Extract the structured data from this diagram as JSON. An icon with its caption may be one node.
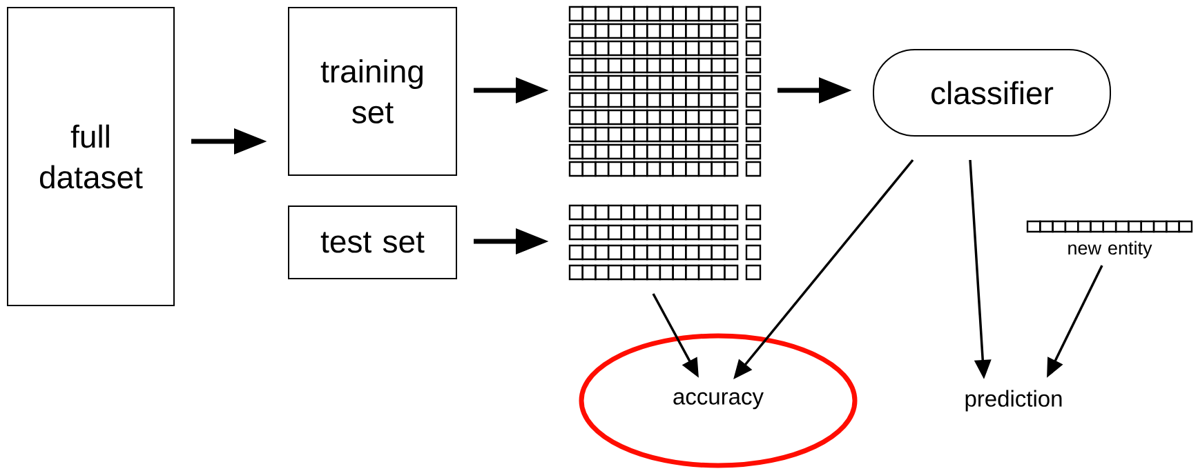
{
  "diagram": {
    "nodes": [
      {
        "text": [
          "full dataset"
        ]
      },
      {
        "text": [
          "training set"
        ]
      },
      {
        "text": [
          "test set"
        ]
      },
      {
        "text": [],
        "shape": "grid"
      },
      {
        "text": [],
        "shape": "grid"
      },
      {
        "text": [
          "classifier"
        ]
      },
      {
        "text": [
          "new entity"
        ]
      },
      {
        "text": [
          "accuracy"
        ]
      },
      {
        "text": [
          "prediction"
        ]
      }
    ],
    "edges": [
      {
        "from": 0,
        "to": 1,
        "arrow": "to",
        "style": "thick"
      },
      {
        "from": 1,
        "to": 3,
        "arrow": "to",
        "style": "thick"
      },
      {
        "from": 2,
        "to": 4,
        "arrow": "to",
        "style": "thick"
      },
      {
        "from": 3,
        "to": 5,
        "arrow": "to",
        "style": "thick"
      },
      {
        "from": 4,
        "to": 7,
        "arrow": "to"
      },
      {
        "from": 5,
        "to": 7,
        "arrow": "to"
      },
      {
        "from": 5,
        "to": 8,
        "arrow": "to"
      },
      {
        "from": 6,
        "to": 8,
        "arrow": "to"
      }
    ]
  }
}
